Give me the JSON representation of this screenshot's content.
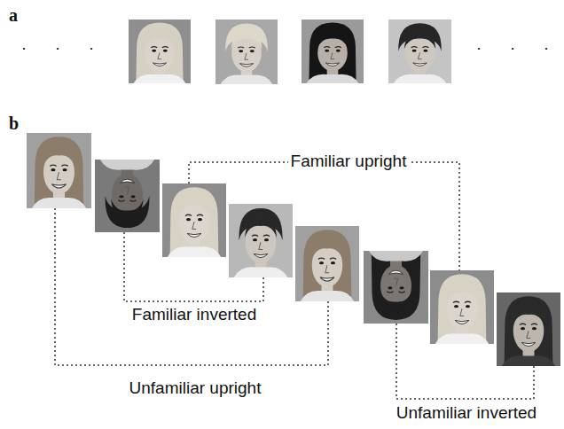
{
  "diagram": {
    "labels": [
      "a",
      ". . .",
      ". . .",
      "b",
      "Familiar upright",
      "Familiar inverted",
      "Unfamiliar upright",
      "Unfamiliar inverted"
    ]
  }
}
